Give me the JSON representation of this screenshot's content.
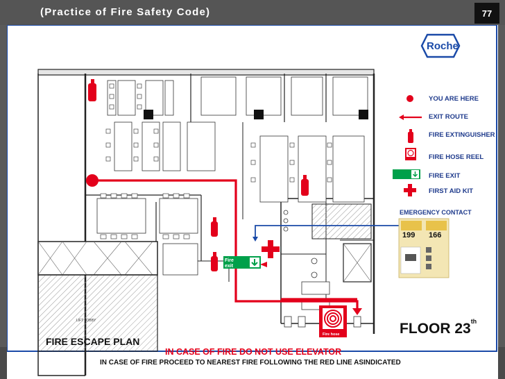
{
  "slide": {
    "title": "(Practice of Fire Safety Code)",
    "page_number": "77"
  },
  "brand": {
    "logo_text": "Roche",
    "color": "#1a4aa8"
  },
  "plan": {
    "title": "FIRE ESCAPE PLAN",
    "warning": "IN CASE OF FIRE DO NOT USE ELEVATOR",
    "instruction": "IN CASE OF FIRE PROCEED TO NEAREST FIRE FOLLOWING THE RED LINE ASINDICATED",
    "floor_label": "FLOOR 23",
    "floor_suffix": "th",
    "lift_lobby_label": "LIFT LOBBY",
    "fire_exit_sign": {
      "line1": "Fire",
      "line2": "exit"
    },
    "fire_hose_sign": "Fire hose",
    "route_color": "#e3001b"
  },
  "legend": {
    "items": [
      {
        "icon": "you-are-here-icon",
        "label": "YOU ARE HERE"
      },
      {
        "icon": "exit-route-arrow-icon",
        "label": "EXIT ROUTE"
      },
      {
        "icon": "fire-extinguisher-icon",
        "label": "FIRE EXTINGUISHER"
      },
      {
        "icon": "fire-hose-reel-icon",
        "label": "FIRE HOSE REEL"
      },
      {
        "icon": "fire-exit-sign-icon",
        "label": "FIRE EXIT"
      },
      {
        "icon": "first-aid-cross-icon",
        "label": "FIRST AID KIT"
      }
    ],
    "emergency_contact": "EMERGENCY CONTACT",
    "contact_numbers": [
      "199",
      "166"
    ],
    "label_color": "#1f3b8c"
  }
}
